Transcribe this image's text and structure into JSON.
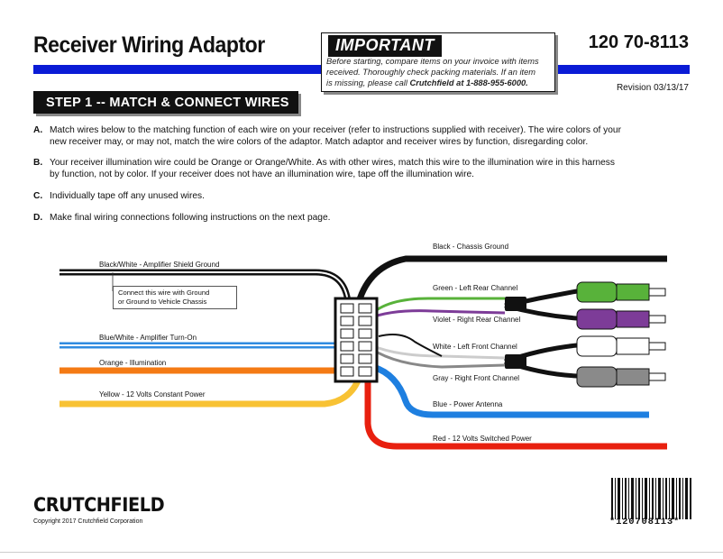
{
  "header": {
    "title": "Receiver Wiring Adaptor",
    "part_number": "120 70-8113",
    "revision": "Revision 03/13/17",
    "accent_color": "#0a1bd6"
  },
  "important": {
    "label": "IMPORTANT",
    "line1": "Before starting, compare items on your invoice with items",
    "line2": "received.  Thoroughly check packing materials.  If an item",
    "line3_pre": "is missing, please call ",
    "line3_bold": "Crutchfield at 1-888-955-6000."
  },
  "step": {
    "label": "STEP 1 -- MATCH & CONNECT WIRES"
  },
  "instructions": [
    {
      "letter": "A.",
      "lines": [
        "Match wires below to the matching function of each wire on your receiver (refer to instructions supplied with receiver).  The wire colors of your",
        "new receiver may, or may not, match the wire colors of the adaptor.  Match adaptor and receiver wires by function, disregarding color."
      ]
    },
    {
      "letter": "B.",
      "lines": [
        "Your receiver illumination wire could be Orange or Orange/White.  As with other wires, match this wire to the illumination wire in this harness",
        "by function, not by color.  If your receiver does not have an illumination wire, tape off the illumination wire."
      ]
    },
    {
      "letter": "C.",
      "lines": [
        "Individually tape off any unused wires."
      ]
    },
    {
      "letter": "D.",
      "lines": [
        "Make final wiring connections following instructions on the next page."
      ]
    }
  ],
  "wires": {
    "left": [
      {
        "label": "Black/White - Amplifier Shield Ground",
        "color": "#111111"
      },
      {
        "label": "Blue/White - Amplifier Turn-On",
        "color": "#2f8be0"
      },
      {
        "label": "Orange - Illumination",
        "color": "#f47a14"
      },
      {
        "label": "Yellow - 12 Volts Constant Power",
        "color": "#f8c234"
      }
    ],
    "right": [
      {
        "label": "Black - Chassis Ground",
        "color": "#111111"
      },
      {
        "label": "Green - Left Rear Channel",
        "color": "#58b23a"
      },
      {
        "label": "Violet - Right Rear Channel",
        "color": "#7d3c98"
      },
      {
        "label": "White - Left Front Channel",
        "color": "#e6e6e6"
      },
      {
        "label": "Gray - Right Front Channel",
        "color": "#8a8a8a"
      },
      {
        "label": "Blue - Power Antenna",
        "color": "#1e7fe0"
      },
      {
        "label": "Red - 12 Volts Switched Power",
        "color": "#e8200f"
      }
    ],
    "note": [
      "Connect this wire with Ground",
      "or Ground to Vehicle Chassis"
    ]
  },
  "footer": {
    "logo": "CRUTCHFIELD",
    "copyright": "Copyright 2017  Crutchfield Corporation",
    "barcode_text": "*120708113*"
  }
}
